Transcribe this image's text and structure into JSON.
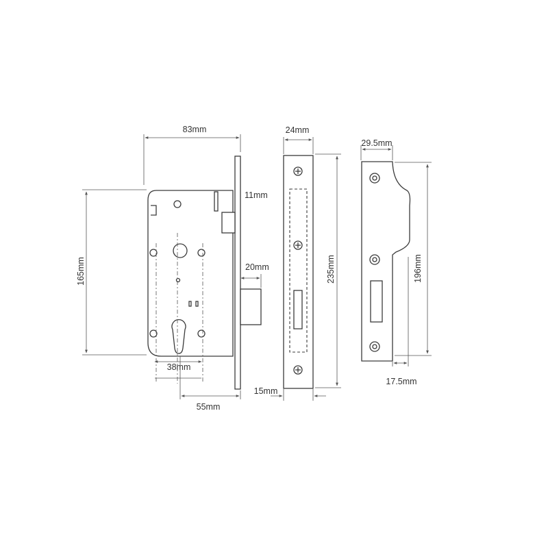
{
  "dimensions": {
    "case_width": "83mm",
    "forend_offset": "11mm",
    "case_height": "165mm",
    "bolt_throw": "20mm",
    "centres": "38mm",
    "backset": "55mm",
    "forend_width": "24mm",
    "forend_height": "235mm",
    "forend_depth": "15mm",
    "strike_width": "29.5mm",
    "strike_height": "196mm",
    "strike_offset": "17.5mm"
  },
  "colors": {
    "line": "#3a3a3a",
    "text": "#333333",
    "background": "#ffffff"
  }
}
